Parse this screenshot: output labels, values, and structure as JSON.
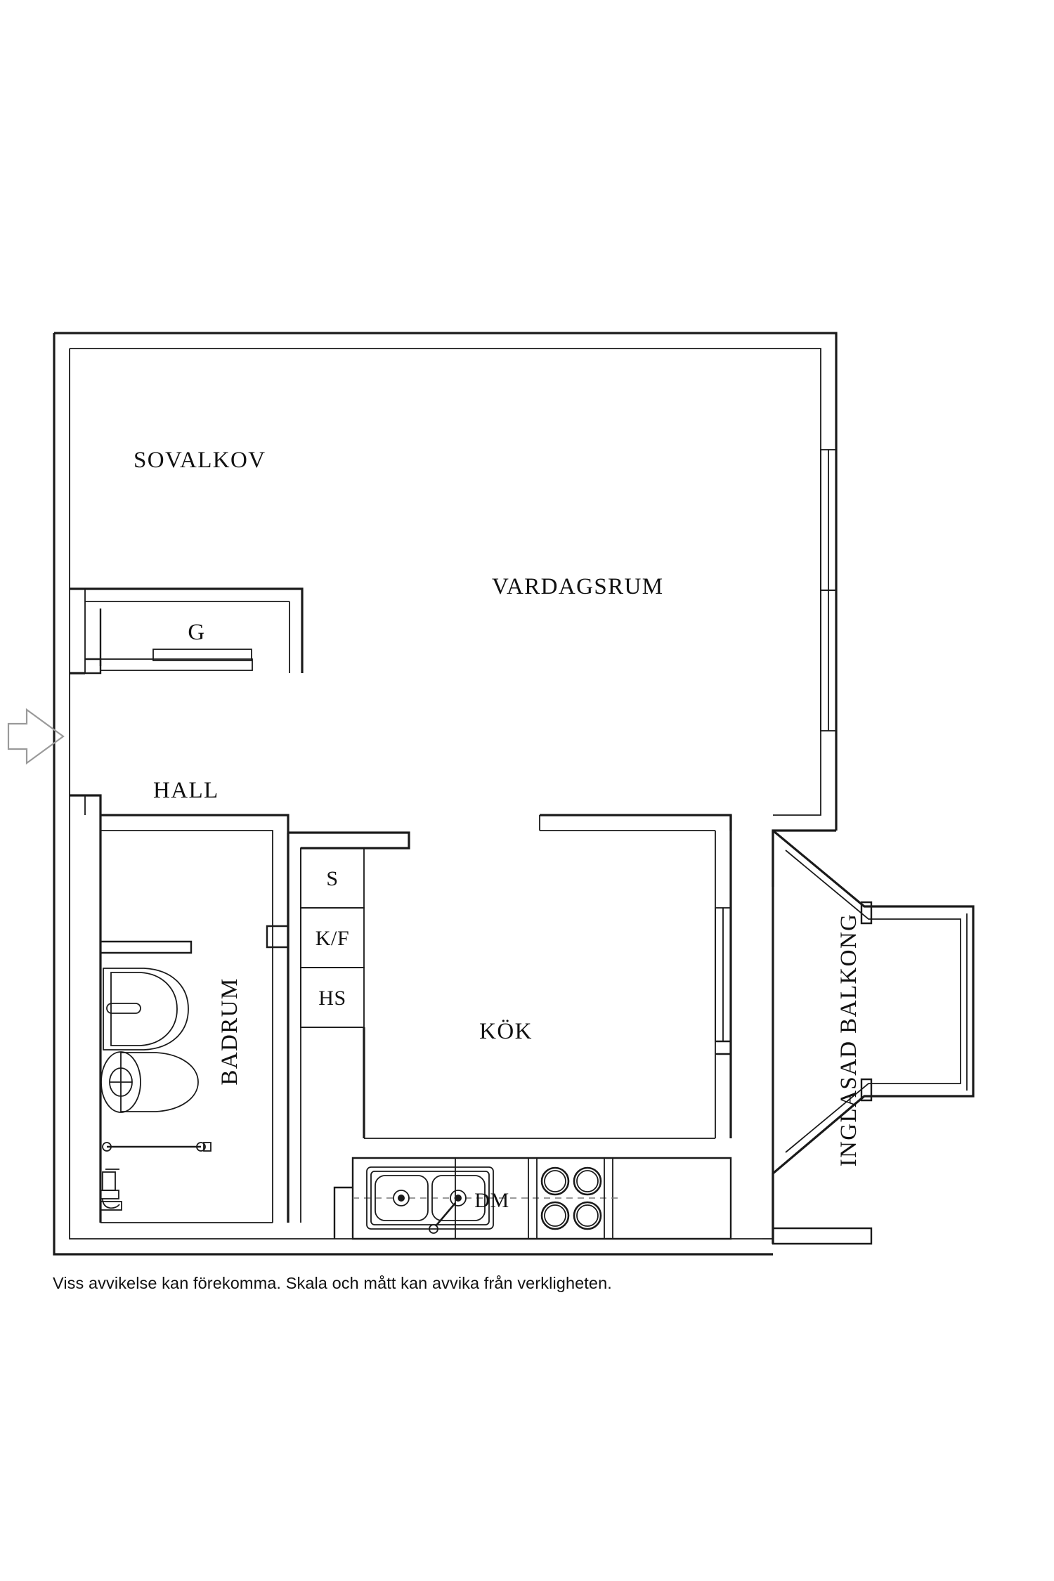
{
  "document": {
    "kind": "floor-plan",
    "language": "sv",
    "caption": "Viss avvikelse kan förekomma. Skala och mått kan avvika från verkligheten."
  },
  "rooms": [
    {
      "id": "sovalkov",
      "label": "SOVALKOV",
      "orientation": "horizontal"
    },
    {
      "id": "vardagsrum",
      "label": "VARDAGSRUM",
      "orientation": "horizontal"
    },
    {
      "id": "hall",
      "label": "HALL",
      "orientation": "horizontal"
    },
    {
      "id": "badrum",
      "label": "BADRUM",
      "orientation": "vertical"
    },
    {
      "id": "kok",
      "label": "KÖK",
      "orientation": "horizontal"
    },
    {
      "id": "balkong",
      "label": "INGLASAD BALKONG",
      "orientation": "vertical"
    }
  ],
  "closets": [
    {
      "id": "garderob",
      "label": "G",
      "name": "garderob-closet"
    }
  ],
  "appliances": [
    {
      "id": "skafferi",
      "label": "S",
      "name": "skafferi-cabinet"
    },
    {
      "id": "kyl-frys",
      "label": "K/F",
      "name": "kyl-frys-cabinet"
    },
    {
      "id": "hogskap",
      "label": "HS",
      "name": "hogskap-cabinet"
    },
    {
      "id": "diskmaskin",
      "label": "DM",
      "name": "diskmaskin"
    }
  ],
  "fixtures": [
    {
      "id": "kitchen-sink",
      "name": "double-basin-sink"
    },
    {
      "id": "cooktop",
      "name": "four-burner-cooktop"
    },
    {
      "id": "wash-basin",
      "name": "bathroom-sink"
    },
    {
      "id": "toilet",
      "name": "toilet"
    },
    {
      "id": "shower-rail",
      "name": "shower-curtain-rail"
    },
    {
      "id": "mixer-tap",
      "name": "shower-mixer-tap"
    }
  ],
  "markers": [
    {
      "id": "entry",
      "name": "entrance-arrow",
      "direction": "right"
    }
  ],
  "colors": {
    "wall": "#1a1a1a",
    "background": "#ffffff",
    "entrance_arrow": "#9a9a9a",
    "caption": "#111111"
  }
}
